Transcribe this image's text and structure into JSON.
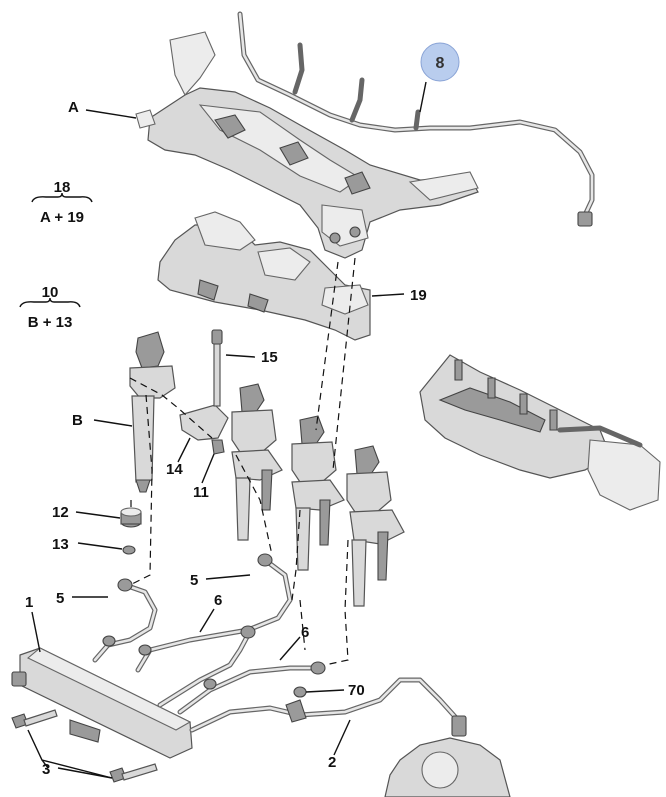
{
  "callouts": {
    "A": "A",
    "B": "B",
    "n1": "1",
    "n2": "2",
    "n3": "3",
    "n5a": "5",
    "n5b": "5",
    "n6a": "6",
    "n6b": "6",
    "n8": "8",
    "n11": "11",
    "n12": "12",
    "n13": "13",
    "n14": "14",
    "n15": "15",
    "n19": "19",
    "n70": "70"
  },
  "assemblies": {
    "a18_top": "18",
    "a18_bottom": "A + 19",
    "a10_top": "10",
    "a10_bottom": "B + 13"
  },
  "icons": {
    "highlight_badge": "circle-badge",
    "colors": {
      "badge_fill": "#b9cdee",
      "line": "#111111",
      "part_fill": "#d9d9d9"
    }
  }
}
